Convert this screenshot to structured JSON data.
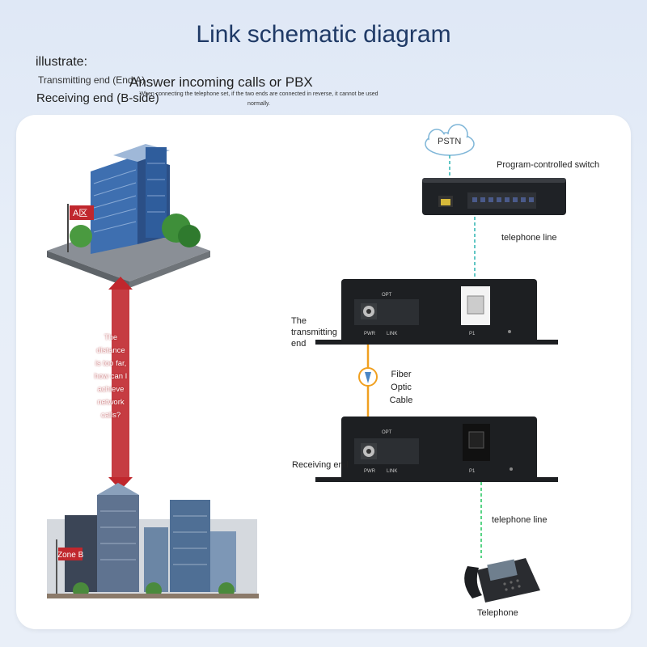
{
  "title": "Link schematic diagram",
  "illustrate": "illustrate:",
  "legend": {
    "transmitting": "Transmitting end (End A)",
    "receiving": "Receiving end (B-side)",
    "answer": "Answer incoming calls or PBX",
    "note": "When connecting the telephone set, if the two ends are connected in reverse, it cannot be used normally."
  },
  "left": {
    "zone_a": "A区",
    "zone_b": "Zone B",
    "distance_question": "The distance is too far, how can I achieve network calls?"
  },
  "right": {
    "pstn": "PSTN",
    "switch_label": "Program-controlled switch",
    "tel_line_top": "telephone line",
    "tx_label": "The transmitting end",
    "fiber_label": "Fiber Optic Cable",
    "rx_label": "Receiving end",
    "tel_line_bottom": "telephone line",
    "telephone": "Telephone",
    "port_opt": "OPT",
    "port_pwr": "PWR",
    "port_link": "LINK",
    "port_p1": "P1"
  },
  "colors": {
    "title": "#1f3a66",
    "arrow": "#c0272d",
    "fiber": "#f0a020",
    "line_top": "#2bb3b0",
    "line_bottom": "#22c55e"
  }
}
